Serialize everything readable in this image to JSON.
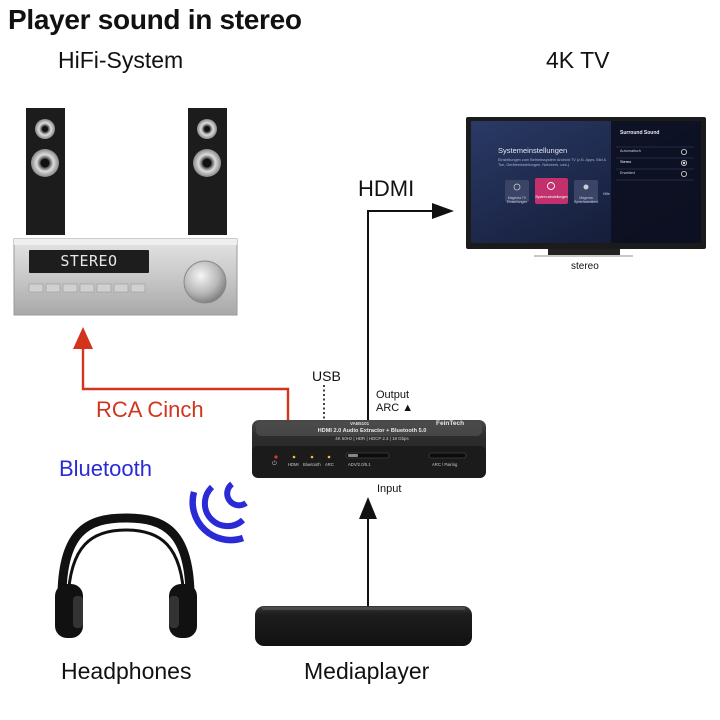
{
  "title": "Player sound in stereo",
  "labels": {
    "hifi_system": "HiFi-System",
    "tv": "4K TV",
    "hdmi": "HDMI",
    "usb": "USB",
    "output": "Output",
    "arc": "ARC ▲",
    "input": "Input",
    "rca_cinch": "RCA Cinch",
    "bluetooth": "Bluetooth",
    "headphones": "Headphones",
    "mediaplayer": "Mediaplayer",
    "tv_caption": "stereo"
  },
  "receiver": {
    "display": "STEREO"
  },
  "tv_screen": {
    "heading": "Systemeinstellungen",
    "description": "Einstellungen zum Betriebssystem Android TV (z.B. Apps, Bild & Ton, Geräteeinstellungen, Netzwerk, usw.)",
    "tiles": [
      "Magenta TV Einstellungen",
      "System-einstellungen",
      "Magenta Sprachassistent",
      "Hilfe"
    ],
    "panel_title": "Surround Sound",
    "panel_options": [
      "Automatisch",
      "Stereo",
      "Erweitert"
    ],
    "selected_option": "Stereo"
  },
  "device": {
    "model": "VAB5101",
    "name_line1": "HDMI 2.0 Audio Extractor + Bluetooth 5.0",
    "name_line2": "4K 60Hz | HDR | HDCP 2.3 | 18 Gbps",
    "brand": "FeinTech",
    "port_power": "⏻",
    "led_hdmi": "HDMI",
    "led_bluetooth": "Bluetooth",
    "led_arc": "ARC",
    "switch_left": "ADV/2.0/5.1",
    "switch_right": "ARC / Pairing"
  },
  "colors": {
    "rca_arrow": "#d2341c",
    "bluetooth": "#2a2ad6",
    "arrow": "#111111",
    "device_body": "#2a2a2a",
    "receiver": "#c9c9c9",
    "tv_screen": "#1e2a48",
    "accent_tile": "#c2306e"
  }
}
